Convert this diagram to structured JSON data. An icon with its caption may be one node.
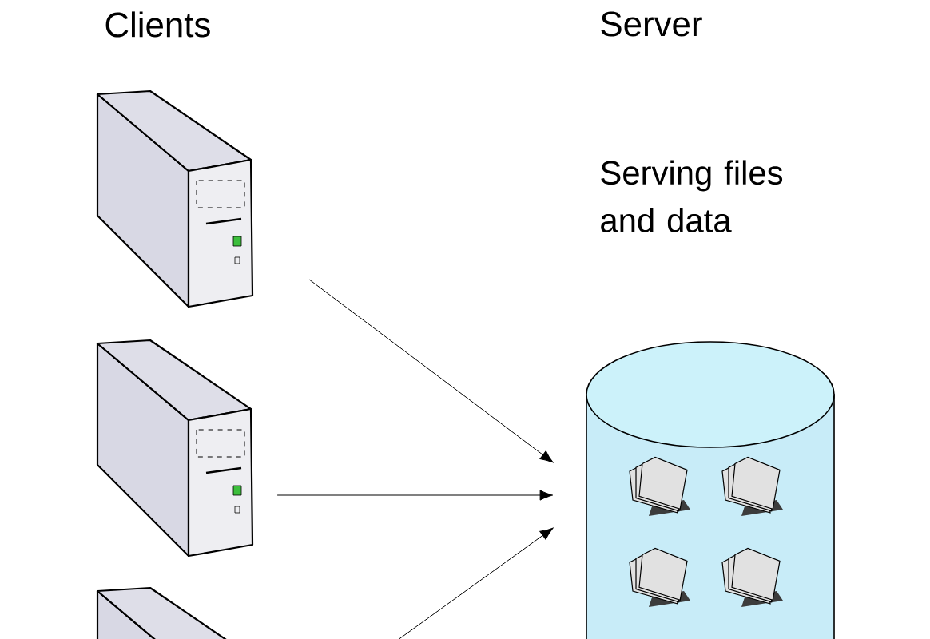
{
  "diagram": {
    "nodes": [
      {
        "text": [],
        "shape": "computer"
      },
      {
        "text": [],
        "shape": "computer"
      },
      {
        "text": [],
        "shape": "computer"
      },
      {
        "text": [],
        "shape": "cylinder",
        "beside": [
          "Serving files and data"
        ]
      }
    ],
    "edges": [
      {
        "from": 0,
        "to": 3,
        "arrow": "to"
      },
      {
        "from": 1,
        "to": 3,
        "arrow": "to"
      },
      {
        "from": 2,
        "to": 3,
        "arrow": "to"
      }
    ],
    "labels": [
      "Clients",
      "Server"
    ]
  }
}
